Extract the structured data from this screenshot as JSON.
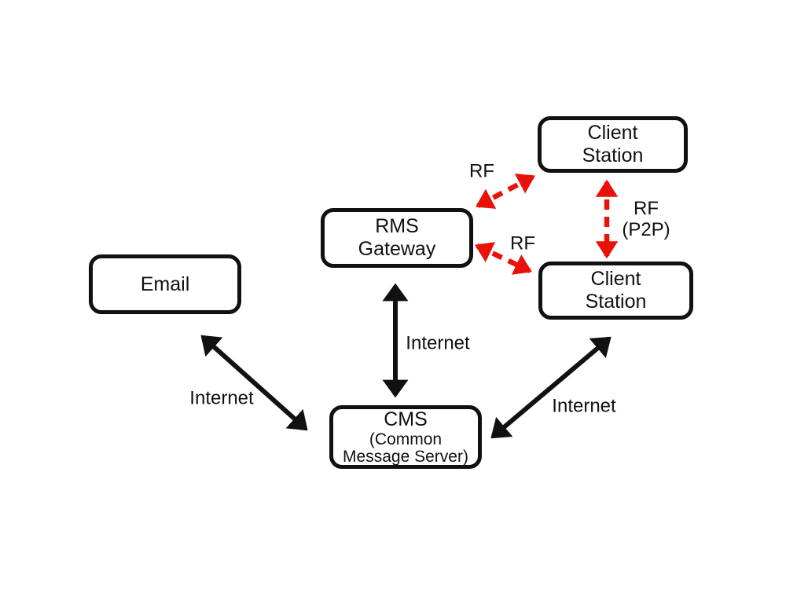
{
  "diagram": {
    "nodes": {
      "email": {
        "label": "Email"
      },
      "rms_gateway": {
        "line1": "RMS",
        "line2": "Gateway"
      },
      "client_station_top": {
        "line1": "Client",
        "line2": "Station"
      },
      "client_station_bottom": {
        "line1": "Client",
        "line2": "Station"
      },
      "cms": {
        "title": "CMS",
        "subtitle_line1": "(Common",
        "subtitle_line2": "Message Server)"
      }
    },
    "links": {
      "email_cms": {
        "label": "Internet",
        "type": "internet"
      },
      "rms_cms": {
        "label": "Internet",
        "type": "internet"
      },
      "client_station_bottom_cms": {
        "label": "Internet",
        "type": "internet"
      },
      "rms_client_station_top": {
        "label": "RF",
        "type": "rf"
      },
      "rms_client_station_bottom": {
        "label": "RF",
        "type": "rf"
      },
      "client_station_top_client_station_bottom": {
        "label_line1": "RF",
        "label_line2": "(P2P)",
        "type": "rf-p2p"
      }
    },
    "colors": {
      "internet_link": "#111111",
      "rf_link": "#e8120b",
      "node_border": "#111111",
      "text": "#111111",
      "background": "#ffffff"
    }
  }
}
